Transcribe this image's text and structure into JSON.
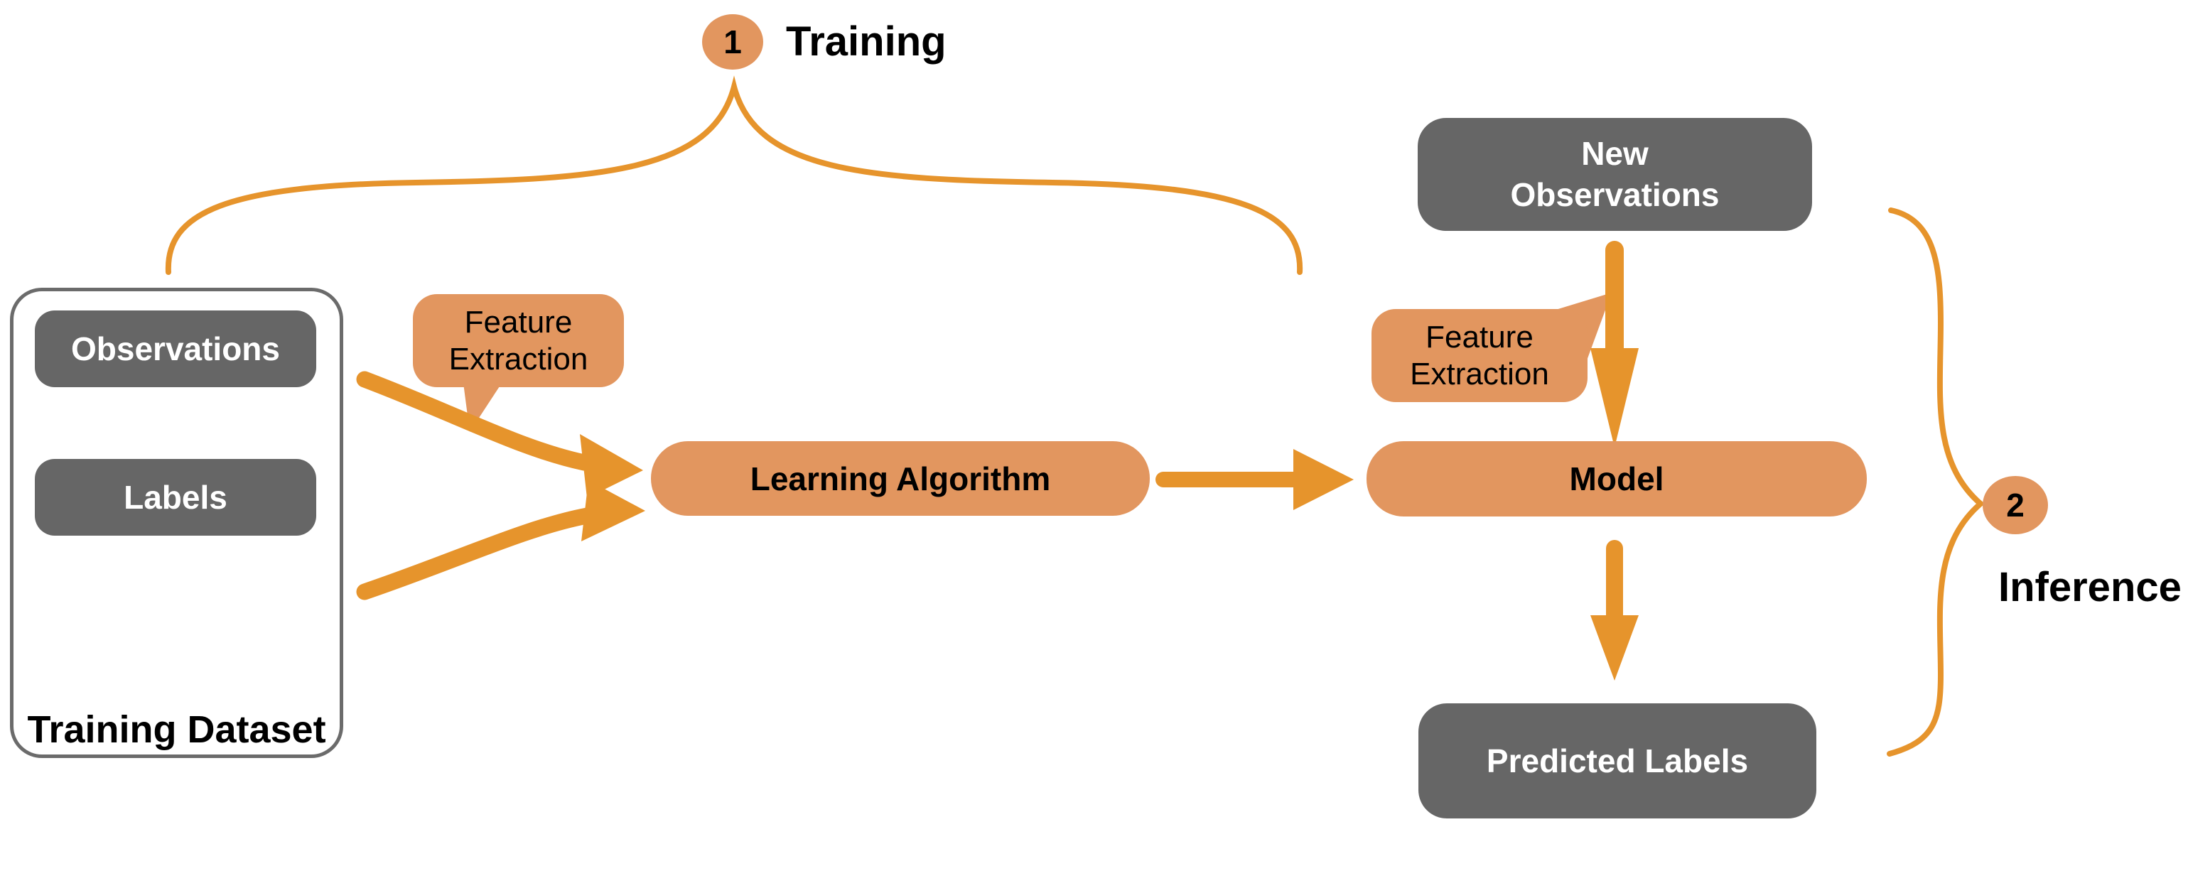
{
  "colors": {
    "node_orange": "#E2965F",
    "arrow_orange": "#E6942C",
    "node_gray": "#666666",
    "dataset_border": "#6B6B6B",
    "text_dark": "#000000",
    "text_light": "#FFFFFF",
    "background": "#FFFFFF"
  },
  "sections": {
    "training": {
      "badge": "1",
      "title": "Training"
    },
    "inference": {
      "badge": "2",
      "title": "Inference"
    }
  },
  "dataset": {
    "caption": "Training Dataset",
    "items": [
      {
        "label": "Observations"
      },
      {
        "label": "Labels"
      }
    ]
  },
  "callouts": {
    "training_feature_extraction": "Feature Extraction",
    "inference_feature_extraction": "Feature Extraction"
  },
  "nodes": {
    "learning_algorithm": "Learning Algorithm",
    "model": "Model",
    "new_observations": "New Observations",
    "predicted_labels": "Predicted Labels"
  }
}
